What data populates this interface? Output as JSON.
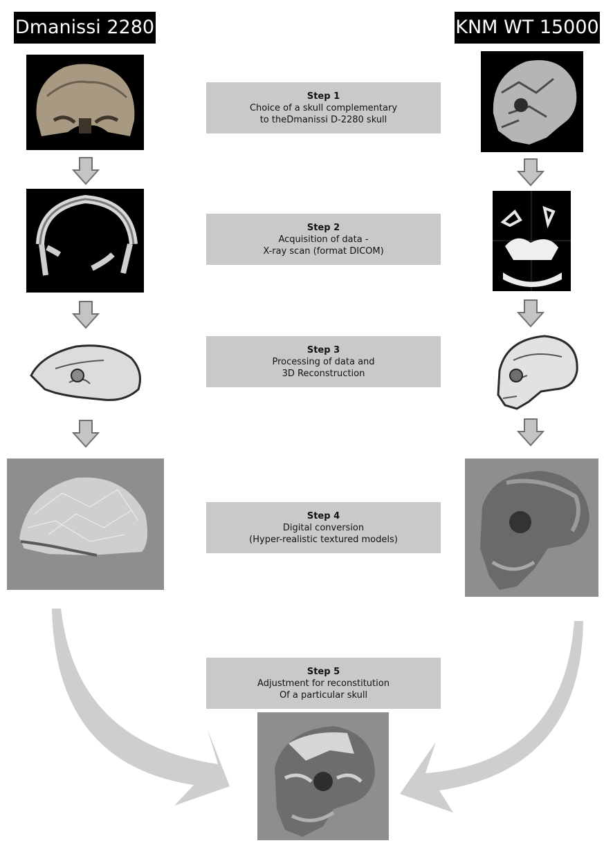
{
  "headers": {
    "left": "Dmanissi 2280",
    "right": "KNM WT 15000"
  },
  "steps": [
    {
      "title": "Step 1",
      "line1": "Choice of a skull complementary",
      "line2": "to theDmanissi D-2280 skull"
    },
    {
      "title": "Step 2",
      "line1": "Acquisition of data -",
      "line2": "X-ray scan (format DICOM)"
    },
    {
      "title": "Step 3",
      "line1": "Processing of data and",
      "line2": "3D Reconstruction"
    },
    {
      "title": "Step 4",
      "line1": "Digital conversion",
      "line2": "(Hyper-realistic textured models)"
    },
    {
      "title": "Step 5",
      "line1": "Adjustment for reconstitution",
      "line2": "Of a particular skull"
    }
  ],
  "colors": {
    "header_bg": "#000000",
    "step_bg": "#c9c9c9",
    "arrow": "#c4c4c4",
    "arrow_stroke": "#6f6f6f",
    "render_bg": "#8e8e8e"
  }
}
